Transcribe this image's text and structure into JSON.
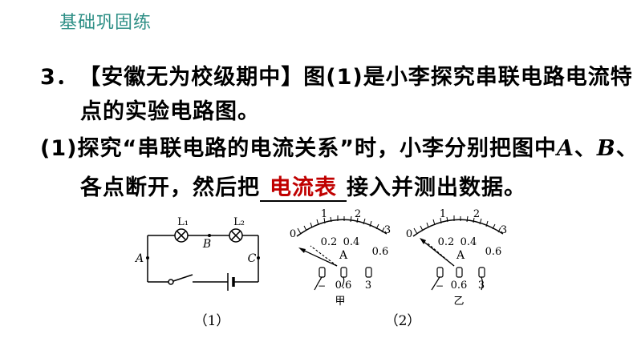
{
  "header": {
    "title": "基础巩固练"
  },
  "question": {
    "number": "3．",
    "source": "【安徽无为校级期中】",
    "line1_rest": "图(1)是小李探究串联电路电流特",
    "line2": "点的实验电路图。",
    "part1_prefix": "(1)探究“串联电路的电流关系”时，小李分别把图中",
    "point_a": "A",
    "sep1": "、",
    "point_b": "B",
    "sep2": "、",
    "point_c": "C",
    "line4_before": "各点断开，然后把",
    "answer": "电流表",
    "line4_after": "接入并测出数据。"
  },
  "figure1": {
    "lamp1": "L₁",
    "lamp2": "L₂",
    "point_a": "A",
    "point_b": "B",
    "point_c": "C",
    "caption": "（1）"
  },
  "figure2": {
    "meter_jia": {
      "top_scale": [
        "0",
        "1",
        "2",
        "3"
      ],
      "bottom_scale": [
        "0.2",
        "0.4",
        "0.6"
      ],
      "unit": "A",
      "terminals": [
        "−",
        "0.6",
        "3"
      ],
      "label": "甲"
    },
    "meter_yi": {
      "top_scale": [
        "0",
        "1",
        "2",
        "3"
      ],
      "bottom_scale": [
        "0.2",
        "0.4",
        "0.6"
      ],
      "unit": "A",
      "terminals": [
        "−",
        "0.6",
        "3"
      ],
      "label": "乙"
    },
    "caption": "（2）"
  }
}
